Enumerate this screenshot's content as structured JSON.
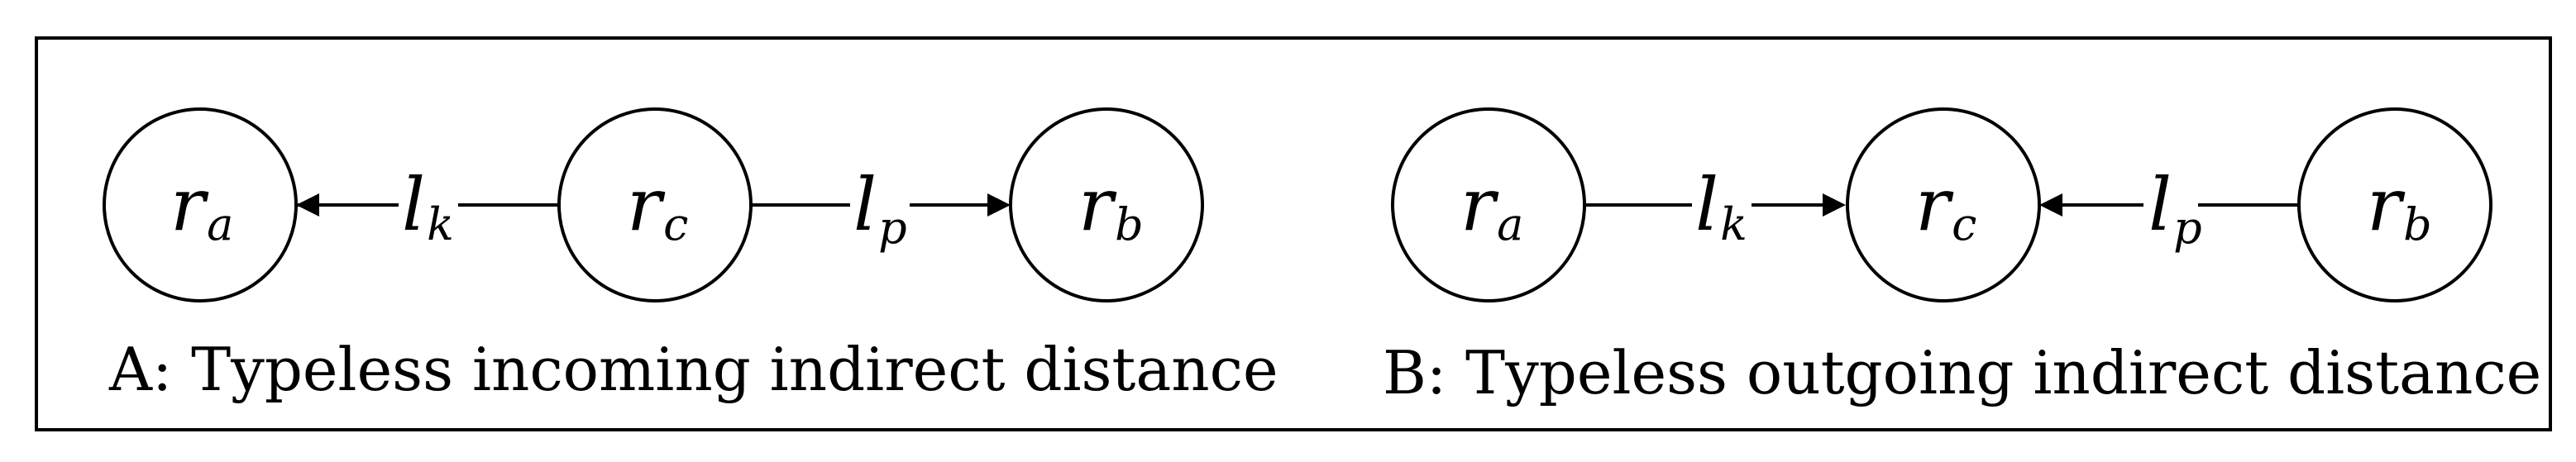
{
  "panels": [
    {
      "id": "A",
      "caption": "A: Typeless incoming indirect distance",
      "nodes": [
        {
          "base": "r",
          "sub": "a"
        },
        {
          "base": "r",
          "sub": "c"
        },
        {
          "base": "r",
          "sub": "b"
        }
      ],
      "edges": [
        {
          "base": "l",
          "sub": "k",
          "direction": "toward-left-node"
        },
        {
          "base": "l",
          "sub": "p",
          "direction": "toward-right-node"
        }
      ]
    },
    {
      "id": "B",
      "caption": "B: Typeless outgoing indirect distance",
      "nodes": [
        {
          "base": "r",
          "sub": "a"
        },
        {
          "base": "r",
          "sub": "c"
        },
        {
          "base": "r",
          "sub": "b"
        }
      ],
      "edges": [
        {
          "base": "l",
          "sub": "k",
          "direction": "toward-right-node"
        },
        {
          "base": "l",
          "sub": "p",
          "direction": "toward-left-node"
        }
      ]
    }
  ]
}
